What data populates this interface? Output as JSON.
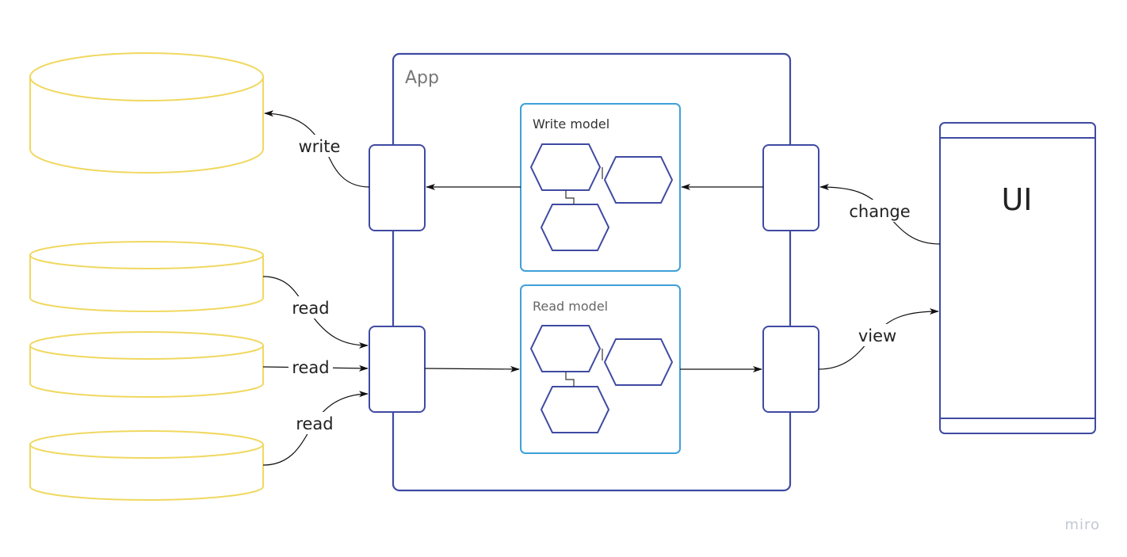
{
  "app": {
    "title": "App"
  },
  "write_model": {
    "title": "Write model"
  },
  "read_model": {
    "title": "Read model"
  },
  "ui": {
    "title": "UI"
  },
  "edges": {
    "write": "write",
    "read_top": "read",
    "read_middle": "read",
    "read_bottom": "read",
    "change": "change",
    "view": "view"
  },
  "brand": "miro",
  "colors": {
    "database_stroke": "#f0d860",
    "app_stroke": "#3f4aa2",
    "model_stroke": "#3ea0da",
    "arrow": "#111111"
  }
}
